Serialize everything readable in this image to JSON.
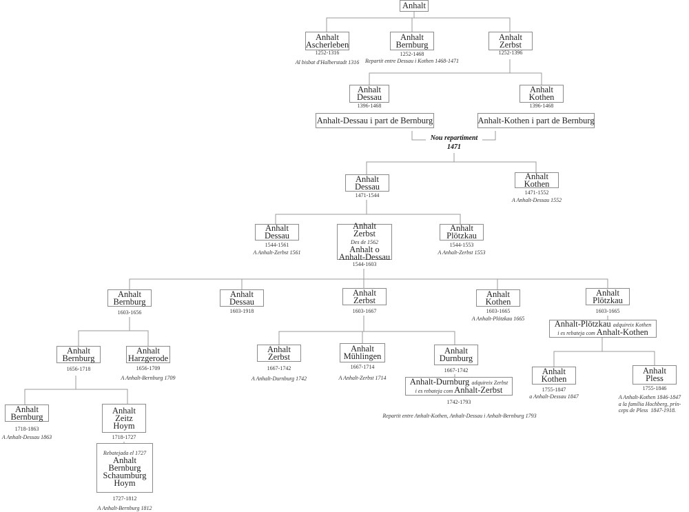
{
  "nodes": {
    "root": {
      "lines": [
        [
          {
            "t": "Anhalt"
          }
        ]
      ]
    },
    "ascherleben": {
      "lines": [
        [
          {
            "t": "Anhalt"
          }
        ],
        [
          {
            "t": "Ascherleben"
          }
        ]
      ],
      "dates": "1252-1316",
      "note": "Al bisbat d'Halberstadt 1316"
    },
    "bernburg1": {
      "lines": [
        [
          {
            "t": "Anhalt"
          }
        ],
        [
          {
            "t": "Bernburg"
          }
        ]
      ],
      "dates": "1252-1468",
      "note": "Repartit entre Dessau i Kothen 1468-1471"
    },
    "zerbst1": {
      "lines": [
        [
          {
            "t": "Anhalt"
          }
        ],
        [
          {
            "t": "Zerbst"
          }
        ]
      ],
      "dates": "1252-1396"
    },
    "dessau1": {
      "lines": [
        [
          {
            "t": "Anhalt"
          }
        ],
        [
          {
            "t": "Dessau"
          }
        ]
      ],
      "dates": "1396-1468"
    },
    "kothen1": {
      "lines": [
        [
          {
            "t": "Anhalt"
          }
        ],
        [
          {
            "t": "Kothen"
          }
        ]
      ],
      "dates": "1396-1468"
    },
    "dessau_part": {
      "lines": [
        [
          {
            "t": "Anhalt-Dessau i part de Bernburg"
          }
        ]
      ]
    },
    "kothen_part": {
      "lines": [
        [
          {
            "t": "Anhalt-Kothen i part de Bernburg"
          }
        ]
      ]
    },
    "dessau2": {
      "lines": [
        [
          {
            "t": "Anhalt"
          }
        ],
        [
          {
            "t": "Dessau"
          }
        ]
      ],
      "dates": "1471-1544"
    },
    "kothen2": {
      "lines": [
        [
          {
            "t": "Anhalt"
          }
        ],
        [
          {
            "t": "Kothen"
          }
        ]
      ],
      "dates": "1471-1552",
      "note": "A Anhalt-Dessau 1552"
    },
    "dessau3": {
      "lines": [
        [
          {
            "t": "Anhalt"
          }
        ],
        [
          {
            "t": "Dessau"
          }
        ]
      ],
      "dates": "1544-1561",
      "note": "A Anhalt-Zerbst 1561"
    },
    "zerbst3": {
      "lines": [
        [
          {
            "t": "Anhalt"
          }
        ],
        [
          {
            "t": "Zerbst"
          }
        ],
        [
          {
            "t": "Des de 1562",
            "i": true
          }
        ],
        [
          {
            "t": "Anhalt o"
          }
        ],
        [
          {
            "t": "Anhalt-Dessau"
          }
        ]
      ],
      "dates": "1544-1603"
    },
    "plotzkau3": {
      "lines": [
        [
          {
            "t": "Anhalt"
          }
        ],
        [
          {
            "t": "Plötzkau"
          }
        ]
      ],
      "dates": "1544-1553",
      "note": "A Anhalt-Zerbst 1553"
    },
    "bernburg4": {
      "lines": [
        [
          {
            "t": "Anhalt"
          }
        ],
        [
          {
            "t": "Bernburg"
          }
        ]
      ],
      "dates": "1603-1656"
    },
    "dessau4": {
      "lines": [
        [
          {
            "t": "Anhalt"
          }
        ],
        [
          {
            "t": "Dessau"
          }
        ]
      ],
      "dates": "1603-1918"
    },
    "zerbst4": {
      "lines": [
        [
          {
            "t": "Anhalt"
          }
        ],
        [
          {
            "t": "Zerbst"
          }
        ]
      ],
      "dates": "1603-1667"
    },
    "kothen4": {
      "lines": [
        [
          {
            "t": "Anhalt"
          }
        ],
        [
          {
            "t": "Kothen"
          }
        ]
      ],
      "dates": "1603-1665",
      "note": "A Anhalt-Plötzkau 1665"
    },
    "plotzkau4": {
      "lines": [
        [
          {
            "t": "Anhalt"
          }
        ],
        [
          {
            "t": "Plötzkau"
          }
        ]
      ],
      "dates": "1603-1665"
    },
    "plotzkau_kothen": {
      "lines": [
        [
          {
            "t": "Anhalt-Plötzkau "
          },
          {
            "t": "adquireix Kothen",
            "i": true
          }
        ],
        [
          {
            "t": "i es rebateja com  ",
            "i": true
          },
          {
            "t": "Anhalt-Kothen"
          }
        ]
      ]
    },
    "bernburg5": {
      "lines": [
        [
          {
            "t": "Anhalt"
          }
        ],
        [
          {
            "t": "Bernburg"
          }
        ]
      ],
      "dates": "1656-1718"
    },
    "harzgerode": {
      "lines": [
        [
          {
            "t": "Anhalt"
          }
        ],
        [
          {
            "t": "Harzgerode"
          }
        ]
      ],
      "dates": "1656-1709",
      "note": "A Anhalt-Bernburg 1709"
    },
    "bernburg6": {
      "lines": [
        [
          {
            "t": "Anhalt"
          }
        ],
        [
          {
            "t": "Bernburg"
          }
        ]
      ],
      "dates": "1718-1863",
      "note": "A Anhalt-Dessau 1863"
    },
    "zeitz_hoym": {
      "lines": [
        [
          {
            "t": "Anhalt"
          }
        ],
        [
          {
            "t": "Zeitz"
          }
        ],
        [
          {
            "t": "Hoym"
          }
        ]
      ],
      "dates": "1718-1727"
    },
    "schaumburg": {
      "lines": [
        [
          {
            "t": "Rebatejada el 1727",
            "i": true
          }
        ],
        [
          {
            "t": "Anhalt"
          }
        ],
        [
          {
            "t": "Bernburg"
          }
        ],
        [
          {
            "t": "Schaumburg"
          }
        ],
        [
          {
            "t": "Hoym"
          }
        ]
      ],
      "dates": "1727-1812",
      "note": "A Anhalt-Bernburg 1812"
    },
    "zerbst5": {
      "lines": [
        [
          {
            "t": "Anhalt"
          }
        ],
        [
          {
            "t": "Zerbst"
          }
        ]
      ],
      "dates": "1667-1742",
      "note": "A Anhalt-Durnburg 1742"
    },
    "muhlingen": {
      "lines": [
        [
          {
            "t": "Anhalt"
          }
        ],
        [
          {
            "t": "Mühlingen"
          }
        ]
      ],
      "dates": "1667-1714",
      "note": "A Anhalt-Zerbst 1714"
    },
    "durnburg": {
      "lines": [
        [
          {
            "t": "Anhalt"
          }
        ],
        [
          {
            "t": "Durnburg"
          }
        ]
      ],
      "dates": "1667-1742"
    },
    "durnburg_zerbst": {
      "lines": [
        [
          {
            "t": "Anhalt-Durnburg "
          },
          {
            "t": "adquireix Zerbst",
            "i": true
          }
        ],
        [
          {
            "t": "i es rebateja com  ",
            "i": true
          },
          {
            "t": "Anhalt-Zerbst"
          }
        ]
      ],
      "dates": "1742-1793",
      "note": "Repartit entre Anhalt-Kothen, Anhalt-Dessau i Anhalt-Bernburg 1793"
    },
    "kothen6": {
      "lines": [
        [
          {
            "t": "Anhalt"
          }
        ],
        [
          {
            "t": "Kothen"
          }
        ]
      ],
      "dates": "1755-1847",
      "note": "a Anhalt-Dessau 1847"
    },
    "pless": {
      "lines": [
        [
          {
            "t": "Anhalt"
          }
        ],
        [
          {
            "t": "Pless"
          }
        ]
      ],
      "dates": "1755-1846",
      "note": "A Anhalt-Kothen 1846-1847\na la família Hochberg, prín-\nceps de Pless  1847-1918."
    }
  },
  "repartition": {
    "title": "Nou repartiment",
    "year": "1471"
  }
}
